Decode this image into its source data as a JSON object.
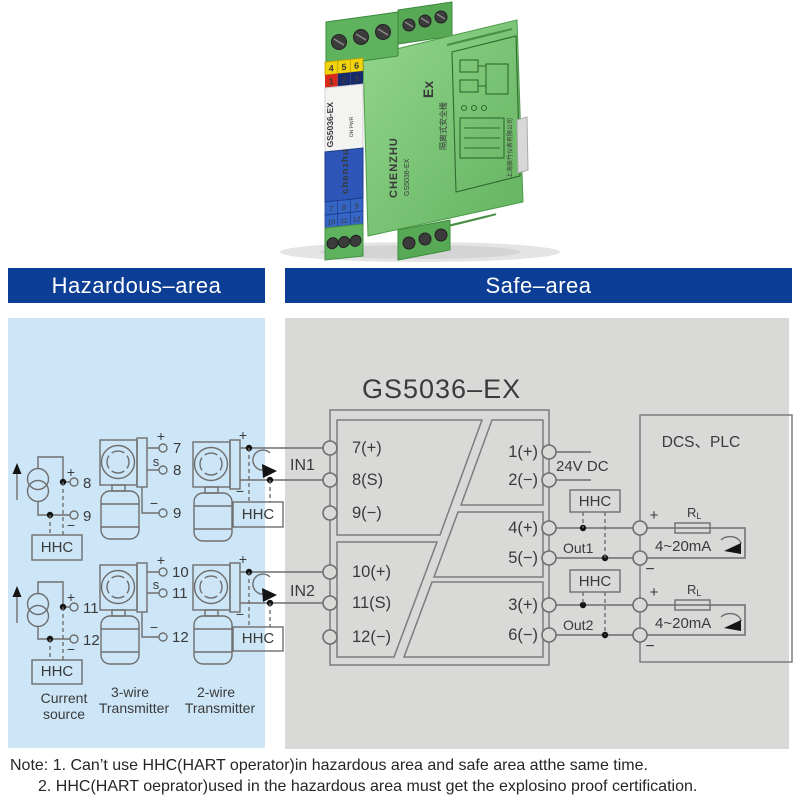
{
  "product": {
    "side_brand": "CHENZHU",
    "side_model": "GS5036-EX",
    "side_ex": "Ex",
    "side_cn_type": "隔离式安全栅",
    "side_cn_company": "上海辰竹仪表有限公司",
    "front_model": "GS5036-EX",
    "front_brand": "chenzhu",
    "front_status": "ON PWR",
    "top_terms_row1": [
      "4",
      "5",
      "6"
    ],
    "top_terms_row2": [
      "1",
      "2",
      "3"
    ],
    "bottom_terms_row1": [
      "7",
      "8",
      "9"
    ],
    "bottom_terms_row2": [
      "10",
      "11",
      "12"
    ]
  },
  "headers": {
    "hazardous_label": "Hazardous–area",
    "safe_label": "Safe–area"
  },
  "diagram": {
    "module_title": "GS5036–EX",
    "left_terminals": [
      "7(+)",
      "8(S)",
      "9(−)",
      "10(+)",
      "11(S)",
      "12(−)"
    ],
    "right_terminals": [
      "1(+)",
      "2(−)",
      "4(+)",
      "5(−)",
      "3(+)",
      "6(−)"
    ],
    "in1": "IN1",
    "in2": "IN2",
    "power": "24V DC",
    "hhc": "HHC",
    "out1": "Out1",
    "out2": "Out2",
    "dcs_plc": "DCS、PLC",
    "r_main": "R",
    "r_sub": "L",
    "loop_range": "4~20mA",
    "plus": "+",
    "minus": "−",
    "s_low": "s",
    "cs_stubs": [
      "8",
      "9",
      "11",
      "12"
    ],
    "tw3_stubs": [
      "7",
      "8",
      "9",
      "10",
      "11",
      "12"
    ],
    "captions": {
      "current_source": [
        "Current",
        "source"
      ],
      "three_wire": [
        "3-wire",
        "Transmitter"
      ],
      "two_wire": [
        "2-wire",
        "Transmitter"
      ]
    }
  },
  "notes": {
    "line1": "Note: 1. Can’t use HHC(HART operator)in hazardous area and safe area atthe same time.",
    "line2": "2. HHC(HART oeprator)used in the hazardous area must get the explosino proof certification."
  },
  "colors": {
    "header_blue": "#0c3e96",
    "hazardous_bg": "#cde6f7",
    "safe_bg": "#d9d9d8",
    "module_green": "#6cbb67",
    "line_gray": "#6e6e6e"
  }
}
